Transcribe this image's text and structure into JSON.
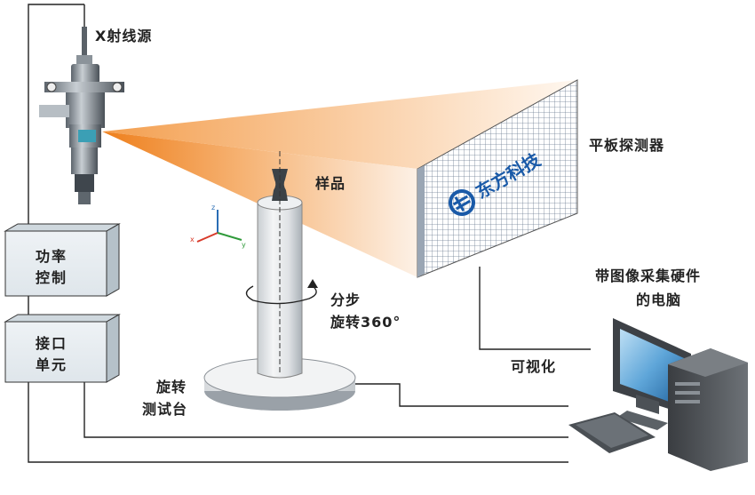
{
  "labels": {
    "xray_source": "X射线源",
    "flat_panel_detector": "平板探测器",
    "sample": "样品",
    "step_rotation_line1": "分步",
    "step_rotation_line2": "旋转360°",
    "rotation_stage_line1": "旋转",
    "rotation_stage_line2": "测试台",
    "computer_line1": "带图像采集硬件",
    "computer_line2": "的电脑",
    "visualization": "可视化"
  },
  "boxes": {
    "power_control_line1": "功率",
    "power_control_line2": "控制",
    "interface_unit_line1": "接口",
    "interface_unit_line2": "单元"
  },
  "axes": {
    "z": "z",
    "x": "x",
    "y": "y"
  },
  "logo_text": "东方科技",
  "colors": {
    "beam_orange": "#f08a2a",
    "box_fill": "#e8eef2",
    "detector_grid": "#7a8aa0",
    "logo_blue": "#1a5aa8"
  }
}
